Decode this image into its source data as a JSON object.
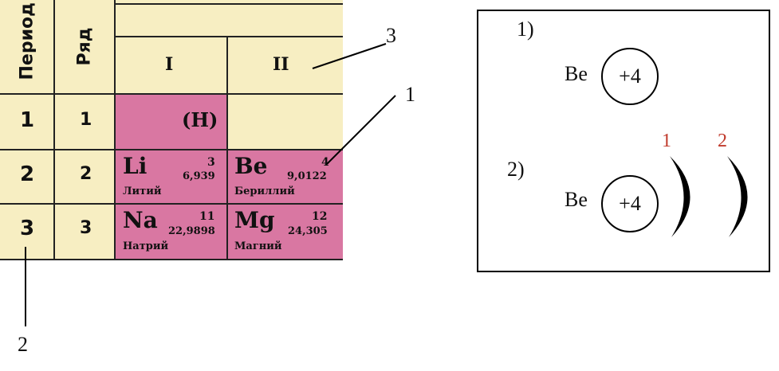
{
  "table": {
    "header_period": "Период",
    "header_row": "Ряд",
    "group1": "I",
    "group2": "II",
    "rows": [
      {
        "period": "1",
        "row": "1"
      },
      {
        "period": "2",
        "row": "2"
      },
      {
        "period": "3",
        "row": "3"
      }
    ],
    "hydrogen": "(H)",
    "elements": {
      "Li": {
        "symbol": "Li",
        "number": "3",
        "mass": "6,939",
        "name": "Литий"
      },
      "Be": {
        "symbol": "Be",
        "number": "4",
        "mass": "9,0122",
        "name": "Бериллий"
      },
      "Na": {
        "symbol": "Na",
        "number": "11",
        "mass": "22,9898",
        "name": "Натрий"
      },
      "Mg": {
        "symbol": "Mg",
        "number": "12",
        "mass": "24,305",
        "name": "Магний"
      }
    }
  },
  "callouts": {
    "c1": "1",
    "c2": "2",
    "c3": "3"
  },
  "models": {
    "m1": {
      "label": "1)",
      "symbol": "Be",
      "charge": "+4"
    },
    "m2": {
      "label": "2)",
      "symbol": "Be",
      "charge": "+4",
      "shell1": "1",
      "shell2": "2"
    }
  },
  "colors": {
    "cream": "#f7eec2",
    "pink": "#d977a2",
    "red_label": "#c0392b"
  }
}
